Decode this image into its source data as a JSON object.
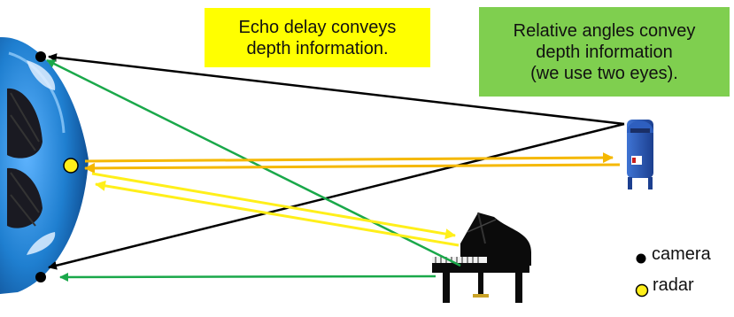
{
  "echo_note": "Echo delay conveys\ndepth information.",
  "angle_note": "Relative angles convey\ndepth information\n(we use two eyes).",
  "legend": {
    "camera": "camera",
    "radar": "radar"
  },
  "colors": {
    "echo_note_bg": "#ffff00",
    "angle_note_bg": "#7fcf4f",
    "camera_rays": "#000000",
    "piano_reflection_rays": "#1aa84a",
    "radar_mailbox_rays": "#f5b800",
    "radar_piano_rays": "#ffef1a",
    "car_body": "#1f7fd0",
    "mailbox": "#2a5ab8"
  },
  "icons": [
    "car-front-icon",
    "mailbox-icon",
    "grand-piano-icon",
    "camera-dot-icon",
    "radar-dot-icon"
  ]
}
